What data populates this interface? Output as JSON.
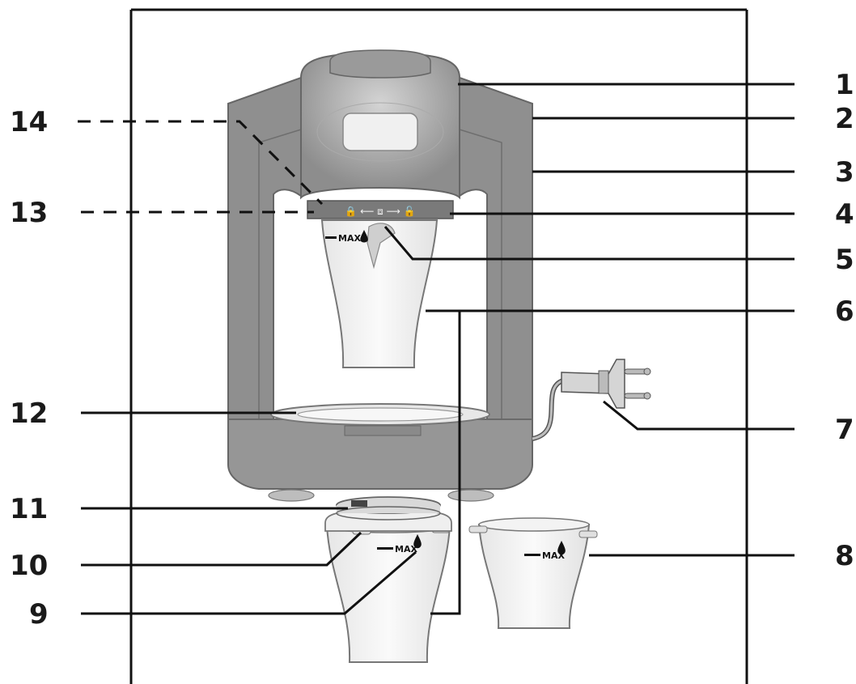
{
  "callouts": {
    "c1": "1",
    "c2": "2",
    "c3": "3",
    "c4": "4",
    "c5": "5",
    "c6": "6",
    "c7": "7",
    "c8": "8",
    "c9": "9",
    "c10": "10",
    "c11": "11",
    "c12": "12",
    "c13": "13",
    "c14": "14"
  },
  "markings": {
    "max_label": "MAX"
  },
  "colors": {
    "body_dark": "#8c8c8c",
    "body_mid": "#a6a6a6",
    "body_light": "#c8c8c8",
    "container_fill": "#f2f2f2",
    "container_stroke": "#777777",
    "line": "#111111"
  }
}
